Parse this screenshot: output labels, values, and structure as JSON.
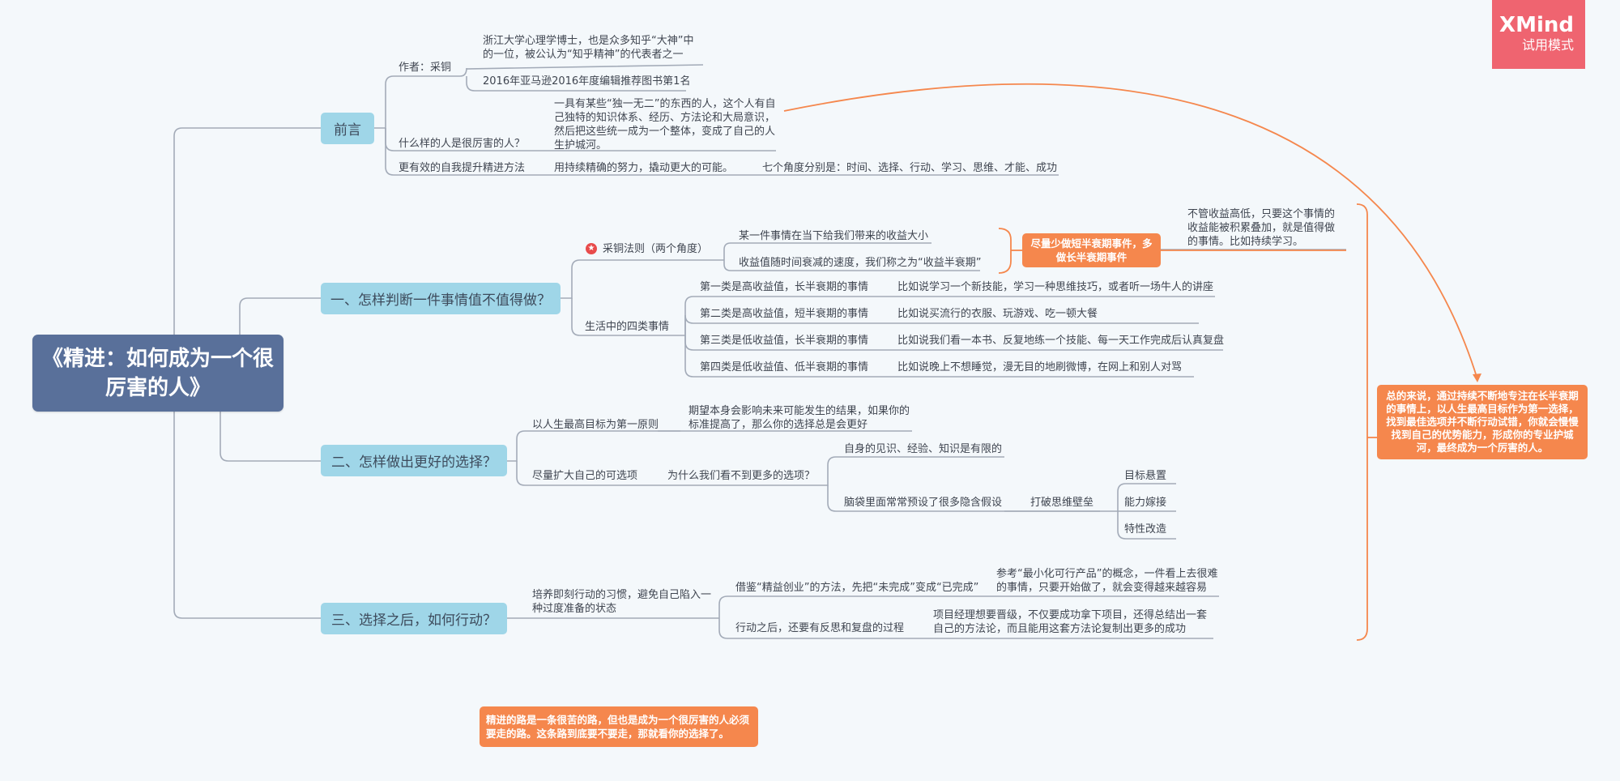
{
  "central": "《精进：如何成为一个很厉害的人》",
  "main": {
    "preface": "前言",
    "judge": "一、怎样判断一件事情值不值得做？",
    "choose": "二、怎样做出更好的选择？",
    "act": "三、选择之后，如何行动？"
  },
  "preface": {
    "author_label": "作者：采铜",
    "author_d1": "浙江大学心理学博士，也是众多知乎“大神”中的一位，被公认为“知乎精神”的代表者之一",
    "author_d2": "2016年亚马逊2016年度编辑推荐图书第1名",
    "who_label": "什么样的人是很厉害的人？",
    "who_d": "一具有某些“独一无二”的东西的人，这个人有自己独特的知识体系、经历、方法论和大局意识，然后把这些统一成为一个整体，变成了自己的人生护城河。",
    "method_label": "更有效的自我提升精进方法",
    "method_d1": "用持续精确的努力，撬动更大的可能。",
    "method_d2": "七个角度分别是：时间、选择、行动、学习、思维、才能、成功"
  },
  "judge": {
    "rule": "采铜法则（两个角度）",
    "rule_a": "某一件事情在当下给我们带来的收益大小",
    "rule_b": "收益值随时间衰减的速度，我们称之为“收益半衰期”",
    "rule_callout": "尽量少做短半衰期事件，多做长半衰期事件",
    "rule_note": "不管收益高低，只要这个事情的收益能被积累叠加，就是值得做的事情。比如持续学习。",
    "four": "生活中的四类事情",
    "items": [
      {
        "k": "第一类是高收益值，长半衰期的事情",
        "v": "比如说学习一个新技能，学习一种思维技巧，或者听一场牛人的讲座"
      },
      {
        "k": "第二类是高收益值，短半衰期的事情",
        "v": "比如说买流行的衣服、玩游戏、吃一顿大餐"
      },
      {
        "k": "第三类是低收益值，长半衰期的事情",
        "v": "比如说我们看一本书、反复地练一个技能、每一天工作完成后认真复盘"
      },
      {
        "k": "第四类是低收益值、低半衰期的事情",
        "v": "比如说晚上不想睡觉，漫无目的地刷微博，在网上和别人对骂"
      }
    ]
  },
  "choose": {
    "goal": "以人生最高目标为第一原则",
    "goal_d": "期望本身会影响未来可能发生的结果，如果你的标准提高了，那么你的选择总是会更好",
    "expand": "尽量扩大自己的可选项",
    "why": "为什么我们看不到更多的选项？",
    "why_a": "自身的见识、经验、知识是有限的",
    "why_b": "脑袋里面常常预设了很多隐含假设",
    "break": "打破思维壁垒",
    "break_items": [
      "目标悬置",
      "能力嫁接",
      "特性改造"
    ]
  },
  "act": {
    "habit": "培养即刻行动的习惯，避免自己陷入一种过度准备的状态",
    "lean": "借鉴“精益创业”的方法，先把“未完成”变成“已完成”",
    "lean_d": "参考“最小化可行产品”的概念，一件看上去很难的事情，只要开始做了，就会变得越来越容易",
    "review": "行动之后，还要有反思和复盘的过程",
    "review_d": "项目经理想要晋级，不仅要成功拿下项目，还得总结出一套自己的方法论，而且能用这套方法论复制出更多的成功"
  },
  "summary": "总的来说，通过持续不断地专注在长半衰期的事情上，以人生最高目标作为第一选择，找到最佳选项并不断行动试错，你就会慢慢找到自己的优势能力，形成你的专业护城河，最终成为一个厉害的人。",
  "footer": "精进的路是一条很苦的路，但也是成为一个很厉害的人必须要走的路。这条路到底要不要走，那就看你的选择了。",
  "logo": {
    "name": "XMind",
    "mode": "试用模式"
  },
  "colors": {
    "central": "#59709a",
    "main": "#9fd6e8",
    "callout": "#f5874d",
    "line": "#a3abb8",
    "accent": "#f5874d",
    "logo": "#ef6470"
  },
  "icons": {
    "rule": "star-badge-icon"
  }
}
